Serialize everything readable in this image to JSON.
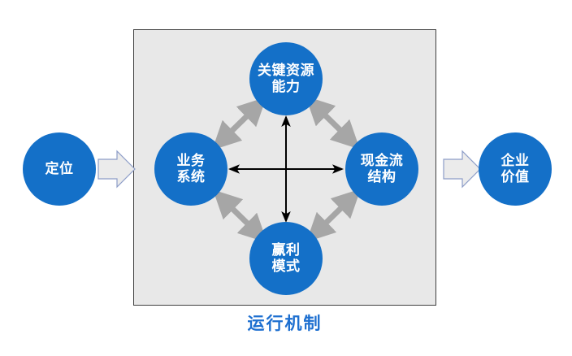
{
  "diagram": {
    "title_caption": "运行机制",
    "caption_color": "#1d6fd0",
    "box": {
      "fill": "#e8e8e8",
      "border": "#3f3f3f"
    },
    "node_color": "#1470c8",
    "diagonal_arrow_color": "#a6a6a6",
    "cross_arrow_color": "#000000",
    "block_arrow_fill": "#ebebeb",
    "block_arrow_border": "#8d9dc8",
    "inner_nodes": [
      {
        "id": "key-resource-capability",
        "lines": [
          "关键资源",
          "能力"
        ]
      },
      {
        "id": "business-system",
        "lines": [
          "业务",
          "系统"
        ]
      },
      {
        "id": "cash-flow-structure",
        "lines": [
          "现金流",
          "结构"
        ]
      },
      {
        "id": "profit-model",
        "lines": [
          "赢利",
          "模式"
        ]
      }
    ],
    "outer_nodes": [
      {
        "id": "positioning",
        "lines": [
          "定位"
        ]
      },
      {
        "id": "enterprise-value",
        "lines": [
          "企业",
          "价值"
        ]
      }
    ]
  }
}
